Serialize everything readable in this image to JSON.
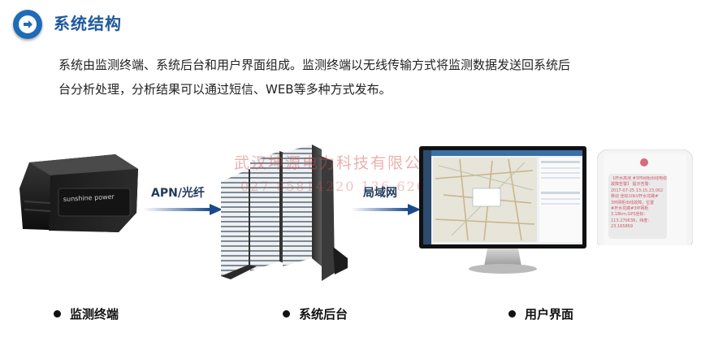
{
  "header": {
    "title": "系统结构",
    "icon": "circle-arrow-right-icon",
    "accent_color": "#1f6bb5"
  },
  "description": {
    "lines": [
      "系统由监测终端、系统后台和用户界面组成。监测终端以无线传输方式将监测数据发送回系统后",
      "台分析处理，分析结果可以通过短信、WEB等多种方式发布。"
    ]
  },
  "diagram": {
    "terminal": {
      "device_text": "sunshine power"
    },
    "links": [
      {
        "label": "APN/光纤"
      },
      {
        "label": "局域网"
      }
    ],
    "watermark": {
      "company": "武汉坤源电力科技有限公司",
      "phone": "027-85814220  136-6262-8420"
    },
    "phone_screen_lines": [
      "【杆水高测 #3环网柜出线电缆",
      "故障告警】 提示告警：",
      "2017-07-25 13:15:23,002",
      "移动 坐标10kV杆水花路#",
      "3环网柜出线故障，位置",
      "#杆水花路#3环网柜",
      "3.18km,GPS坐标：",
      "113.270638，纬度：",
      "23.165869"
    ]
  },
  "legend": [
    {
      "label": "监测终端"
    },
    {
      "label": "系统后台"
    },
    {
      "label": "用户界面"
    }
  ]
}
